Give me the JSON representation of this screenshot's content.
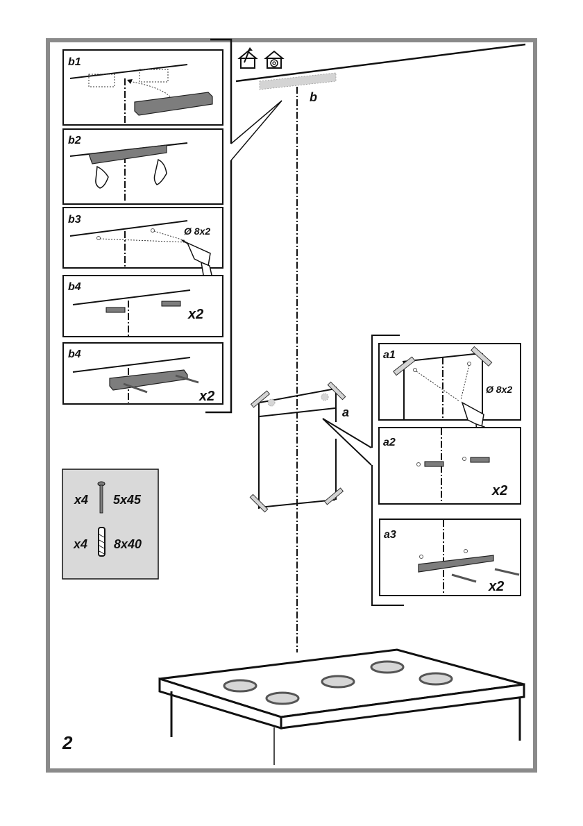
{
  "figure": {
    "step_number": "2",
    "main_labels": {
      "ceiling_zone": "b",
      "wall_zone": "a"
    },
    "mode_icons": [
      {
        "name": "ducted-exhaust-icon",
        "meaning": "ducted version"
      },
      {
        "name": "recirculation-icon",
        "meaning": "filtering version"
      }
    ],
    "colors": {
      "frame": "#8a8a8a",
      "parts_box": "#d9d9d9",
      "part_fill": "#7d7d7d",
      "bracket_shade": "#d4d4d4",
      "hob_burner": "#d6d6d6"
    }
  },
  "steps_b": [
    {
      "id": "b1",
      "label": "b1"
    },
    {
      "id": "b2",
      "label": "b2"
    },
    {
      "id": "b3",
      "label": "b3",
      "drill_spec": "Ø 8x2"
    },
    {
      "id": "b4",
      "label": "b4",
      "qty": "x2"
    },
    {
      "id": "b4-screws",
      "label": "b4",
      "qty": "x2"
    }
  ],
  "steps_a": [
    {
      "id": "a1",
      "label": "a1",
      "drill_spec": "Ø 8x2"
    },
    {
      "id": "a2",
      "label": "a2",
      "qty": "x2"
    },
    {
      "id": "a3",
      "label": "a3",
      "qty": "x2"
    }
  ],
  "parts": [
    {
      "kind": "screw",
      "qty": "x4",
      "size": "5x45"
    },
    {
      "kind": "wall-plug",
      "qty": "x4",
      "size": "8x40"
    }
  ]
}
